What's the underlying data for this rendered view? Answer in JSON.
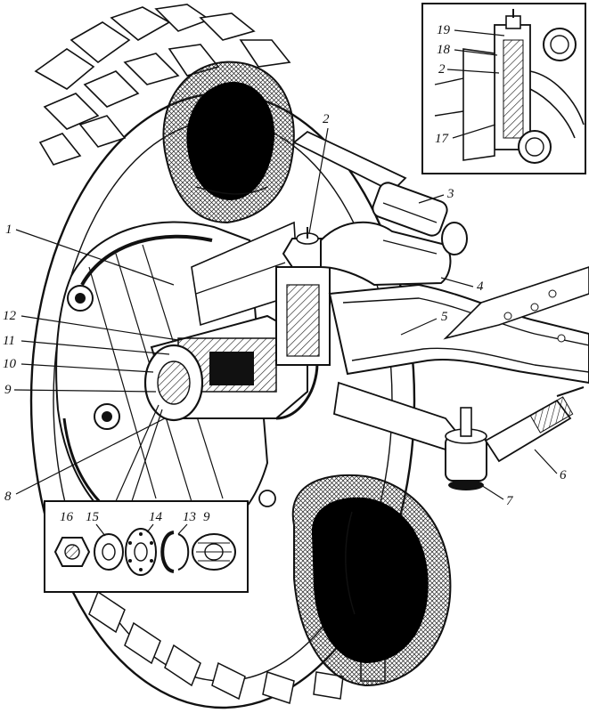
{
  "callouts": {
    "c1": "1",
    "c2": "2",
    "c3": "3",
    "c4": "4",
    "c5": "5",
    "c6": "6",
    "c7": "7",
    "c8": "8",
    "c9": "9",
    "c10": "10",
    "c11": "11",
    "c12": "12"
  },
  "inset_top": {
    "c19": "19",
    "c18": "18",
    "c2": "2",
    "c17": "17"
  },
  "inset_bottom": {
    "c16": "16",
    "c15": "15",
    "c14": "14",
    "c13": "13",
    "c9": "9"
  }
}
